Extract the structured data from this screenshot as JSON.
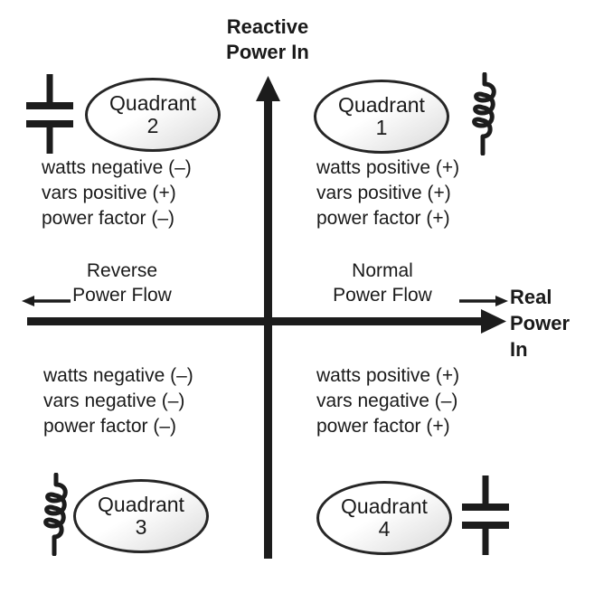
{
  "colors": {
    "ink": "#1c1c1c",
    "ellipse_border": "#262626"
  },
  "y_axis_title": "Reactive\nPower In",
  "x_axis_title": "Real\nPower\nIn",
  "flow_labels": {
    "reverse": "Reverse\nPower Flow",
    "normal": "Normal\nPower Flow"
  },
  "quadrants": {
    "q1": {
      "name": "Quadrant",
      "number": "1",
      "symbol": "inductor",
      "lines": [
        "watts positive (+)",
        "vars positive (+)",
        "power factor (+)"
      ]
    },
    "q2": {
      "name": "Quadrant",
      "number": "2",
      "symbol": "capacitor",
      "lines": [
        "watts negative (–)",
        "vars positive (+)",
        "power factor (–)"
      ]
    },
    "q3": {
      "name": "Quadrant",
      "number": "3",
      "symbol": "inductor",
      "lines": [
        "watts negative (–)",
        "vars negative (–)",
        "power factor (–)"
      ]
    },
    "q4": {
      "name": "Quadrant",
      "number": "4",
      "symbol": "capacitor",
      "lines": [
        "watts positive (+)",
        "vars negative (–)",
        "power factor (+)"
      ]
    }
  }
}
